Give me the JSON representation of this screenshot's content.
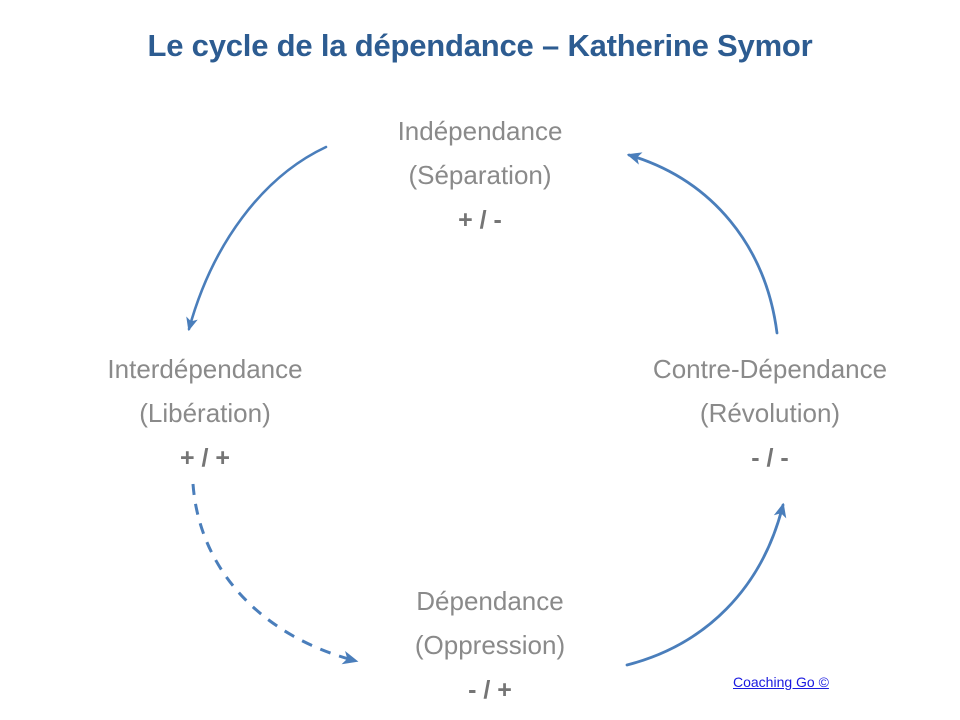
{
  "slide": {
    "title": "Le cycle de la dépendance – Katherine Symor",
    "background": "#ffffff",
    "title_color": "#2d5c91",
    "node_text_color": "#8a8a8a",
    "sign_text_color": "#757575",
    "arrow_color": "#4a7ebb",
    "link_color": "#1a19e0"
  },
  "cycle": {
    "nodes": [
      {
        "id": "independance",
        "position": "top",
        "name": "Indépendance",
        "subtitle": "(Séparation)",
        "sign": "+ / -"
      },
      {
        "id": "interdependance",
        "position": "left",
        "name": "Interdépendance",
        "subtitle": "(Libération)",
        "sign": "+ / +"
      },
      {
        "id": "contre-dependance",
        "position": "right",
        "name": "Contre-Dépendance",
        "subtitle": "(Révolution)",
        "sign": "- / -"
      },
      {
        "id": "dependance",
        "position": "bottom",
        "name": "Dépendance",
        "subtitle": "(Oppression)",
        "sign": "- / +"
      }
    ],
    "arrows": [
      {
        "id": "independance-to-interdependance",
        "from": "independance",
        "to": "interdependance",
        "style": "solid",
        "direction": "down-left"
      },
      {
        "id": "interdependance-to-dependance",
        "from": "interdependance",
        "to": "dependance",
        "style": "dashed",
        "direction": "down-right"
      },
      {
        "id": "dependance-to-contre-dependance",
        "from": "dependance",
        "to": "contre-dependance",
        "style": "solid",
        "direction": "up-right"
      },
      {
        "id": "contre-dependance-to-independance",
        "from": "contre-dependance",
        "to": "independance",
        "style": "solid",
        "direction": "up-left"
      }
    ]
  },
  "credit": {
    "label": "Coaching Go ©"
  }
}
